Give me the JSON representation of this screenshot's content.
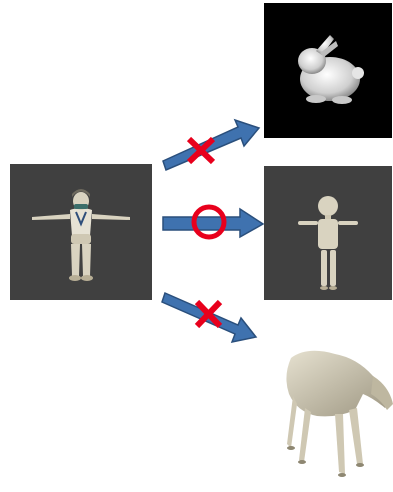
{
  "figure": {
    "description_labels": [],
    "colors": {
      "arrow_fill": "#3F72AF",
      "arrow_stroke": "#2A4F7C",
      "reject_mark": "#E8001C",
      "accept_mark": "#E8001C",
      "dark_panel": "#404040",
      "black_panel": "#000000",
      "model_tone": "#D9D3C0"
    },
    "source": {
      "icon": "humanoid-character-icon"
    },
    "targets": [
      {
        "name": "bunny",
        "icon": "stanford-bunny-icon",
        "mark": "cross",
        "mark_icon": "x-mark-icon"
      },
      {
        "name": "mannequin",
        "icon": "mannequin-icon",
        "mark": "circle",
        "mark_icon": "circle-mark-icon"
      },
      {
        "name": "horse",
        "icon": "horse-icon",
        "mark": "cross",
        "mark_icon": "x-mark-icon"
      }
    ]
  }
}
